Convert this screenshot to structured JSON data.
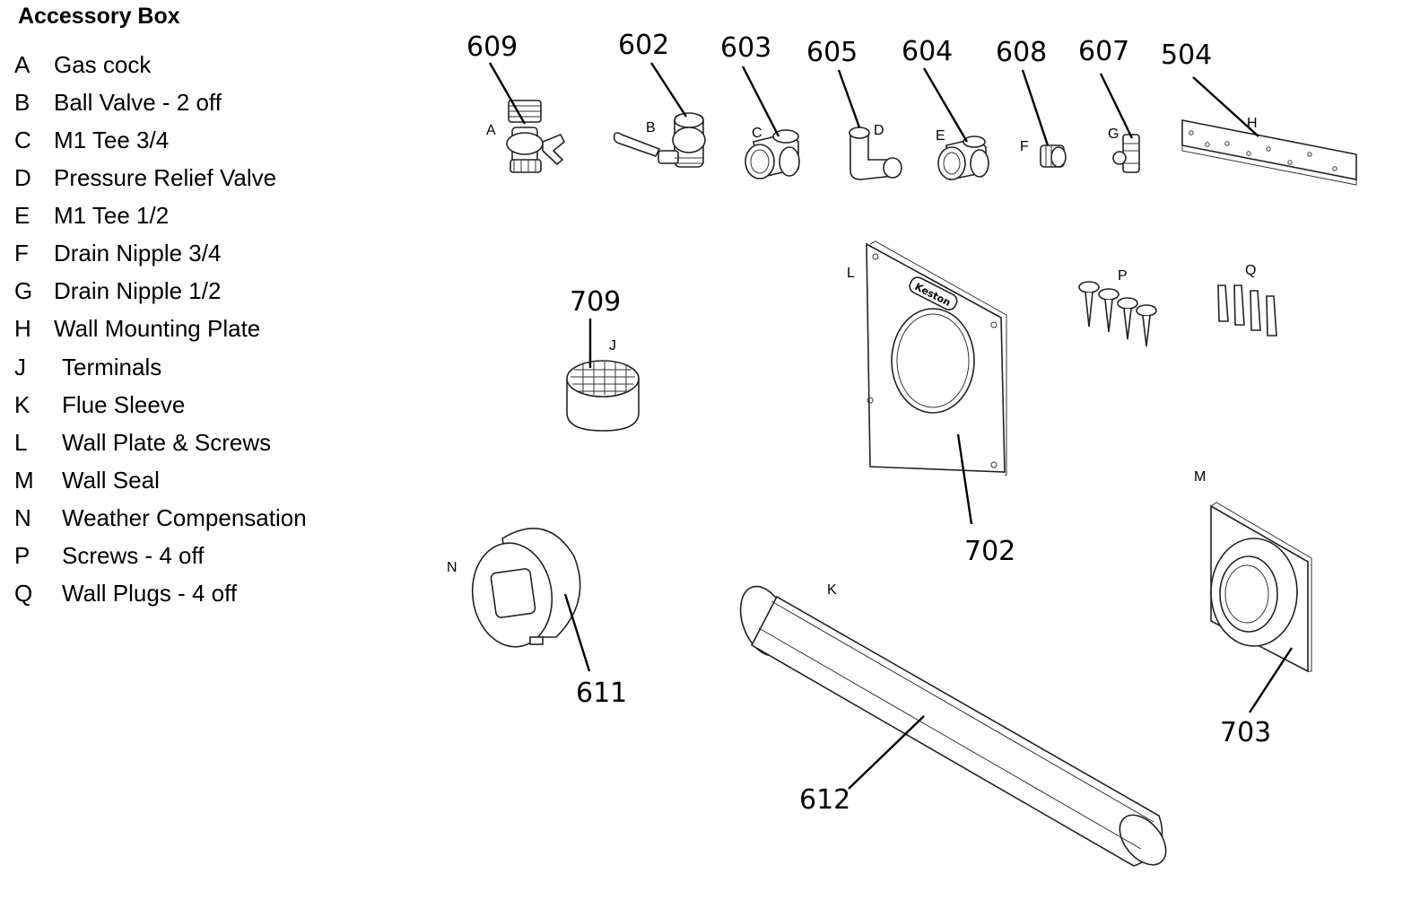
{
  "legend": {
    "title": "Accessory Box",
    "items": [
      {
        "code": "A",
        "label": "Gas cock"
      },
      {
        "code": "B",
        "label": "Ball Valve - 2 off"
      },
      {
        "code": "C",
        "label": "M1 Tee 3/4"
      },
      {
        "code": "D",
        "label": "Pressure Relief Valve"
      },
      {
        "code": "E",
        "label": "M1 Tee 1/2"
      },
      {
        "code": "F",
        "label": "Drain Nipple 3/4"
      },
      {
        "code": "G",
        "label": "Drain Nipple 1/2"
      },
      {
        "code": "H",
        "label": "Wall Mounting Plate"
      },
      {
        "code": "J",
        "label": "Terminals"
      },
      {
        "code": "K",
        "label": "Flue Sleeve"
      },
      {
        "code": "L",
        "label": "Wall Plate & Screws"
      },
      {
        "code": "M",
        "label": "Wall Seal"
      },
      {
        "code": "N",
        "label": "Weather Compensation"
      },
      {
        "code": "P",
        "label": "Screws - 4 off"
      },
      {
        "code": "Q",
        "label": "Wall Plugs - 4 off"
      }
    ]
  },
  "parts": {
    "A": {
      "letter": "A",
      "number": "609"
    },
    "B": {
      "letter": "B",
      "number": "602"
    },
    "C": {
      "letter": "C",
      "number": "603"
    },
    "D": {
      "letter": "D",
      "number": "605"
    },
    "E": {
      "letter": "E",
      "number": "604"
    },
    "F": {
      "letter": "F",
      "number": "608"
    },
    "G": {
      "letter": "G",
      "number": "607"
    },
    "H": {
      "letter": "H",
      "number": "504"
    },
    "J": {
      "letter": "J",
      "number": "709"
    },
    "K": {
      "letter": "K",
      "number": "612"
    },
    "L": {
      "letter": "L",
      "number": "702",
      "logo": "Keston"
    },
    "M": {
      "letter": "M",
      "number": "703"
    },
    "N": {
      "letter": "N",
      "number": "611"
    },
    "P": {
      "letter": "P"
    },
    "Q": {
      "letter": "Q"
    }
  }
}
